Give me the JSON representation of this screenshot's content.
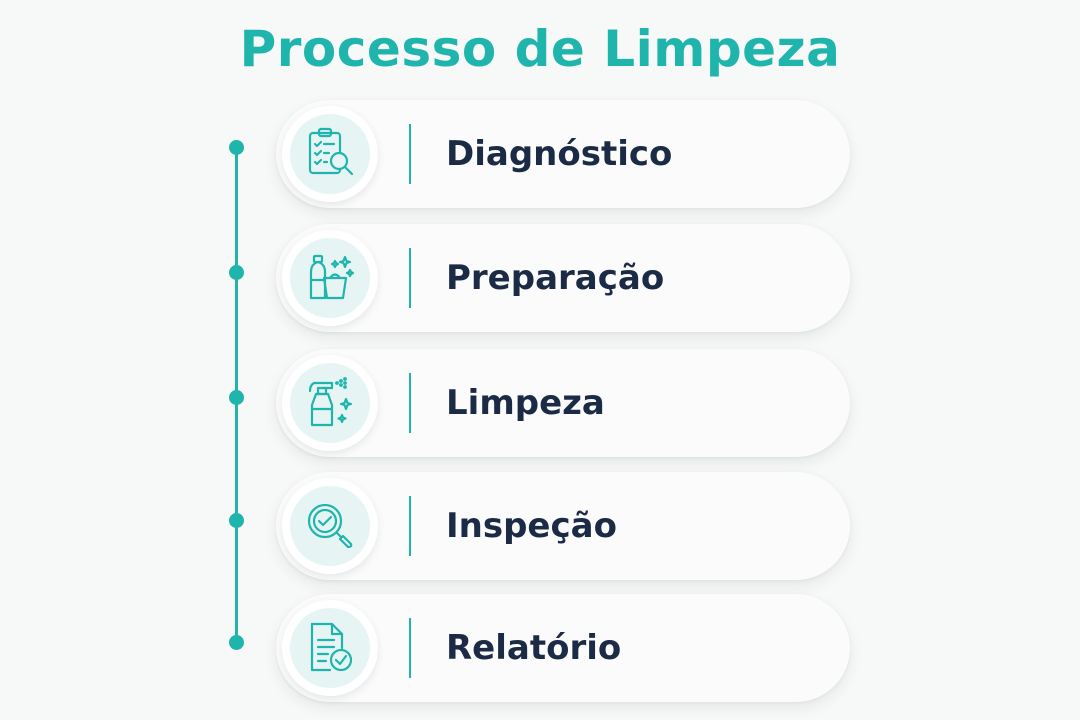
{
  "title": "Processo de Limpeza",
  "colors": {
    "accent": "#1fb5ad",
    "text": "#1c2b45",
    "background": "#f7f8f8",
    "icon_bg": "#e6f5f4"
  },
  "steps": [
    {
      "label": "Diagnóstico",
      "icon": "clipboard-magnifier-icon"
    },
    {
      "label": "Preparação",
      "icon": "cleaning-supplies-icon"
    },
    {
      "label": "Limpeza",
      "icon": "spray-bottle-icon"
    },
    {
      "label": "Inspeção",
      "icon": "magnifier-check-icon"
    },
    {
      "label": "Relatório",
      "icon": "report-check-icon"
    }
  ]
}
